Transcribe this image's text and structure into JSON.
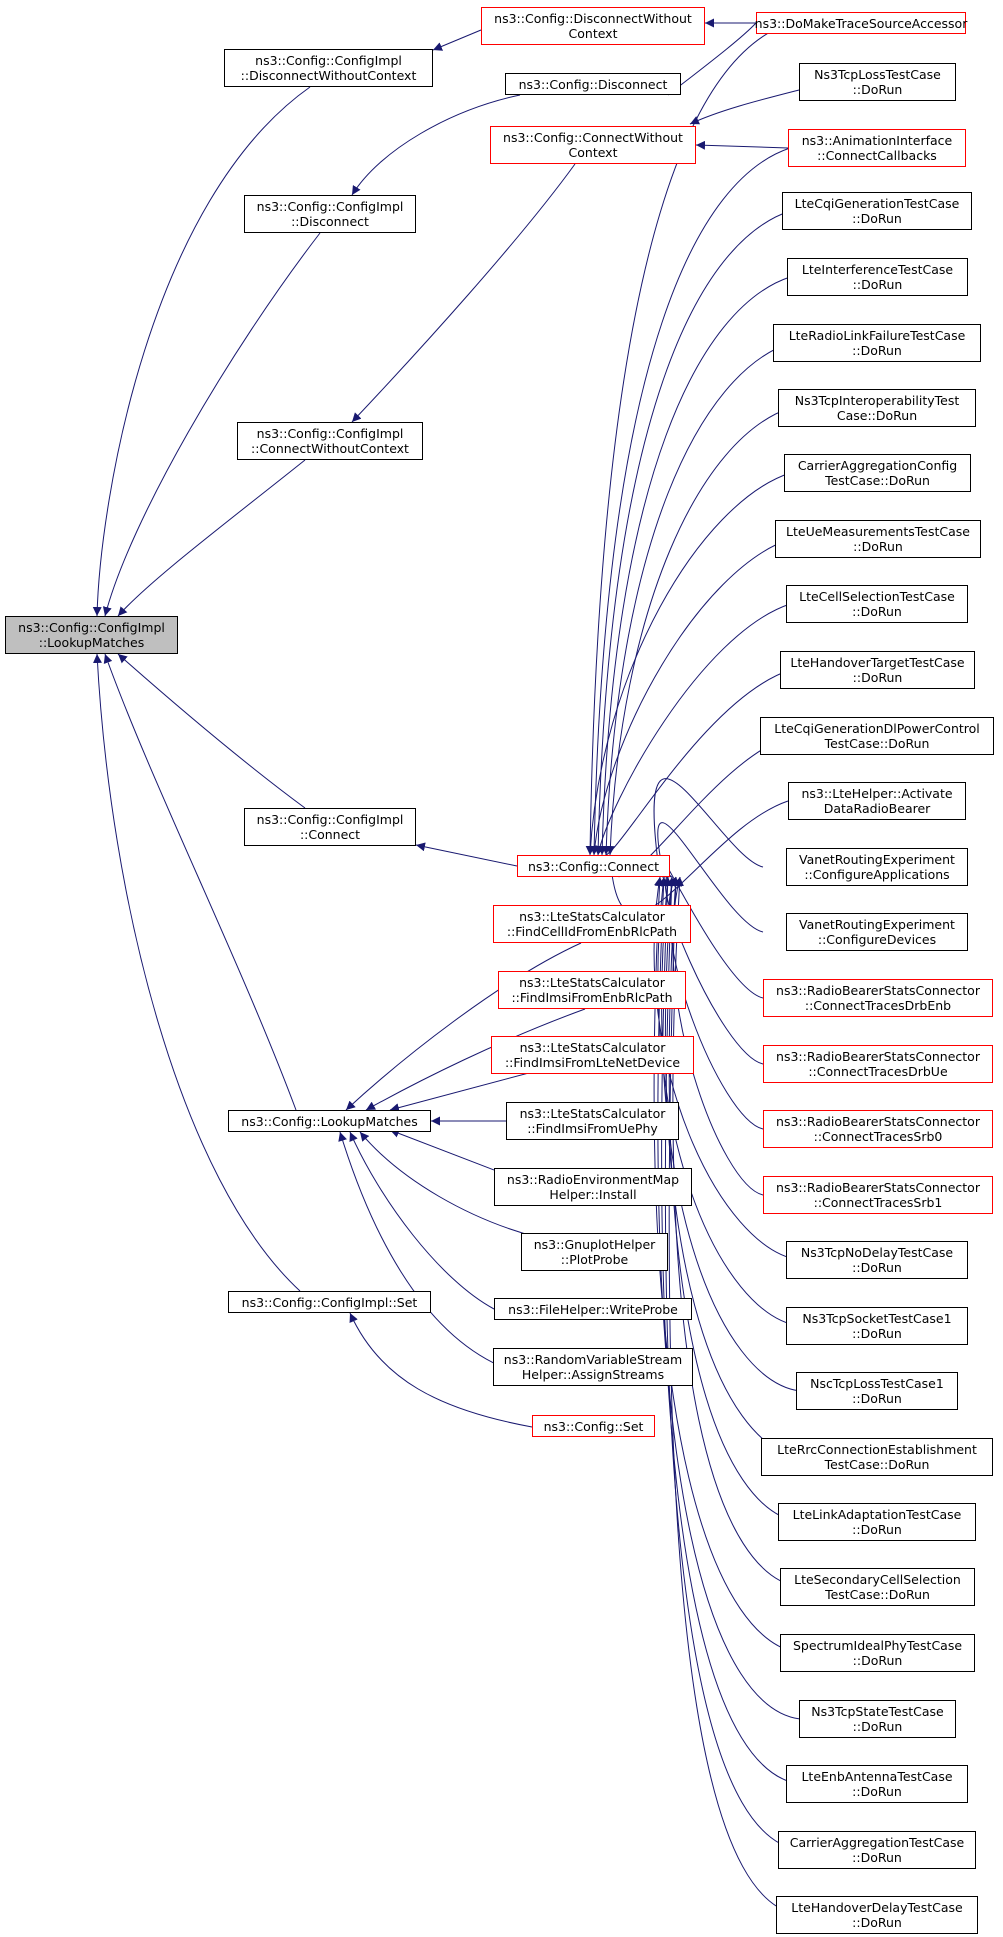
{
  "colors": {
    "edge": "#191970",
    "border_default": "#000000",
    "border_incomplete": "#ff0000",
    "focus_fill": "#bfbfbf"
  },
  "nodes": {
    "lookup_matches_impl": {
      "line1": "ns3::Config::ConfigImpl",
      "line2": "::LookupMatches"
    },
    "disconnect_without_context_impl": {
      "line1": "ns3::Config::ConfigImpl",
      "line2": "::DisconnectWithoutContext"
    },
    "disconnect_impl": {
      "line1": "ns3::Config::ConfigImpl",
      "line2": "::Disconnect"
    },
    "connect_without_context_impl": {
      "line1": "ns3::Config::ConfigImpl",
      "line2": "::ConnectWithoutContext"
    },
    "connect_impl": {
      "line1": "ns3::Config::ConfigImpl",
      "line2": "::Connect"
    },
    "lookup_matches": {
      "line1": "ns3::Config::LookupMatches"
    },
    "set_impl": {
      "line1": "ns3::Config::ConfigImpl::Set"
    },
    "disconnect_without_context": {
      "line1": "ns3::Config::DisconnectWithout",
      "line2": "Context"
    },
    "disconnect": {
      "line1": "ns3::Config::Disconnect"
    },
    "connect_without_context": {
      "line1": "ns3::Config::ConnectWithout",
      "line2": "Context"
    },
    "connect": {
      "line1": "ns3::Config::Connect"
    },
    "find_cellid": {
      "line1": "ns3::LteStatsCalculator",
      "line2": "::FindCellIdFromEnbRlcPath"
    },
    "find_imsi_enb": {
      "line1": "ns3::LteStatsCalculator",
      "line2": "::FindImsiFromEnbRlcPath"
    },
    "find_imsi_lte": {
      "line1": "ns3::LteStatsCalculator",
      "line2": "::FindImsiFromLteNetDevice"
    },
    "find_imsi_ue": {
      "line1": "ns3::LteStatsCalculator",
      "line2": "::FindImsiFromUePhy"
    },
    "rem_install": {
      "line1": "ns3::RadioEnvironmentMap",
      "line2": "Helper::Install"
    },
    "gnuplot": {
      "line1": "ns3::GnuplotHelper",
      "line2": "::PlotProbe"
    },
    "filehelper": {
      "line1": "ns3::FileHelper::WriteProbe"
    },
    "random_stream": {
      "line1": "ns3::RandomVariableStream",
      "line2": "Helper::AssignStreams"
    },
    "config_set": {
      "line1": "ns3::Config::Set"
    },
    "domake": {
      "line1": "ns3::DoMakeTraceSourceAccessor"
    },
    "tcp_loss": {
      "line1": "Ns3TcpLossTestCase",
      "line2": "::DoRun"
    },
    "anim": {
      "line1": "ns3::AnimationInterface",
      "line2": "::ConnectCallbacks"
    },
    "cqi_gen": {
      "line1": "LteCqiGenerationTestCase",
      "line2": "::DoRun"
    },
    "interference": {
      "line1": "LteInterferenceTestCase",
      "line2": "::DoRun"
    },
    "rlf": {
      "line1": "LteRadioLinkFailureTestCase",
      "line2": "::DoRun"
    },
    "tcp_interop": {
      "line1": "Ns3TcpInteroperabilityTest",
      "line2": "Case::DoRun"
    },
    "ca_config": {
      "line1": "CarrierAggregationConfig",
      "line2": "TestCase::DoRun"
    },
    "ue_meas": {
      "line1": "LteUeMeasurementsTestCase",
      "line2": "::DoRun"
    },
    "cell_sel": {
      "line1": "LteCellSelectionTestCase",
      "line2": "::DoRun"
    },
    "ho_target": {
      "line1": "LteHandoverTargetTestCase",
      "line2": "::DoRun"
    },
    "cqi_dl_pc": {
      "line1": "LteCqiGenerationDlPowerControl",
      "line2": "TestCase::DoRun"
    },
    "activate_drb": {
      "line1": "ns3::LteHelper::Activate",
      "line2": "DataRadioBearer"
    },
    "vanet_apps": {
      "line1": "VanetRoutingExperiment",
      "line2": "::ConfigureApplications"
    },
    "vanet_devs": {
      "line1": "VanetRoutingExperiment",
      "line2": "::ConfigureDevices"
    },
    "rbsc_drbenb": {
      "line1": "ns3::RadioBearerStatsConnector",
      "line2": "::ConnectTracesDrbEnb"
    },
    "rbsc_drbue": {
      "line1": "ns3::RadioBearerStatsConnector",
      "line2": "::ConnectTracesDrbUe"
    },
    "rbsc_srb0": {
      "line1": "ns3::RadioBearerStatsConnector",
      "line2": "::ConnectTracesSrb0"
    },
    "rbsc_srb1": {
      "line1": "ns3::RadioBearerStatsConnector",
      "line2": "::ConnectTracesSrb1"
    },
    "tcp_nodelay": {
      "line1": "Ns3TcpNoDelayTestCase",
      "line2": "::DoRun"
    },
    "tcp_socket": {
      "line1": "Ns3TcpSocketTestCase1",
      "line2": "::DoRun"
    },
    "nsc_tcp_loss": {
      "line1": "NscTcpLossTestCase1",
      "line2": "::DoRun"
    },
    "rrc_est": {
      "line1": "LteRrcConnectionEstablishment",
      "line2": "TestCase::DoRun"
    },
    "link_adapt": {
      "line1": "LteLinkAdaptationTestCase",
      "line2": "::DoRun"
    },
    "sec_cell": {
      "line1": "LteSecondaryCellSelection",
      "line2": "TestCase::DoRun"
    },
    "spectrum_ideal": {
      "line1": "SpectrumIdealPhyTestCase",
      "line2": "::DoRun"
    },
    "tcp_state": {
      "line1": "Ns3TcpStateTestCase",
      "line2": "::DoRun"
    },
    "enb_antenna": {
      "line1": "LteEnbAntennaTestCase",
      "line2": "::DoRun"
    },
    "ca_test": {
      "line1": "CarrierAggregationTestCase",
      "line2": "::DoRun"
    },
    "ho_delay": {
      "line1": "LteHandoverDelayTestCase",
      "line2": "::DoRun"
    }
  }
}
